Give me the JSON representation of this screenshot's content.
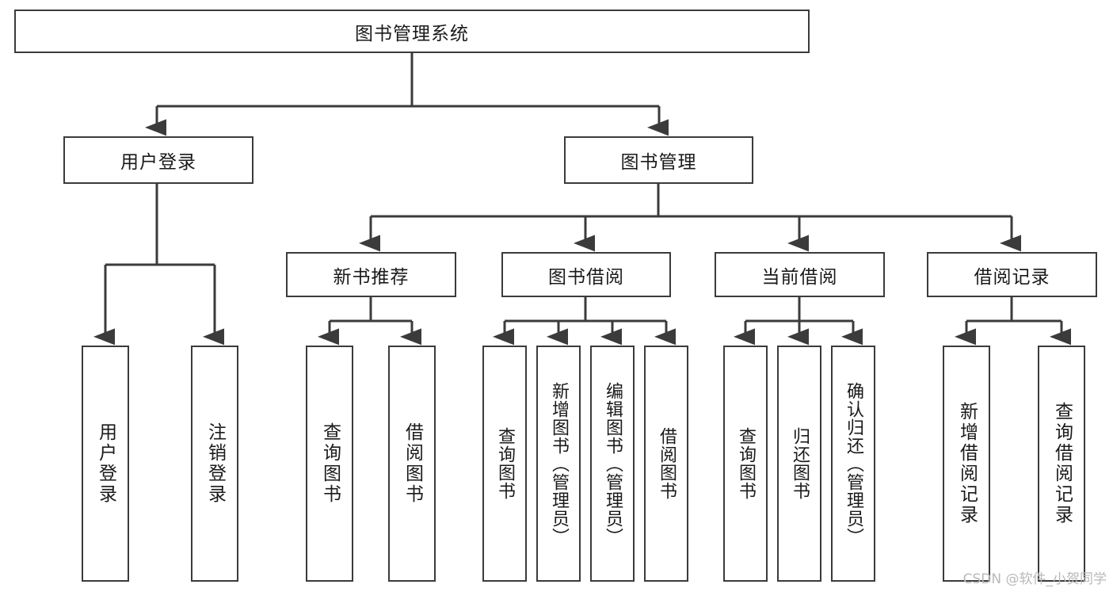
{
  "diagram": {
    "title": "图书管理系统",
    "watermark": "CSDN @软件_小贺同学",
    "line_color": "#3b3b3b",
    "box_fill": "#ffffff",
    "text_color": "#1a1a1a",
    "background": "#ffffff",
    "root": {
      "label": "图书管理系统"
    },
    "level2": [
      {
        "label": "用户登录"
      },
      {
        "label": "图书管理"
      }
    ],
    "level3": [
      {
        "label": "新书推荐"
      },
      {
        "label": "图书借阅"
      },
      {
        "label": "当前借阅"
      },
      {
        "label": "借阅记录"
      }
    ],
    "leaves": {
      "user_login": [
        {
          "label": "用户登录"
        },
        {
          "label": "注销登录"
        }
      ],
      "new_book_recommend": [
        {
          "label": "查询图书"
        },
        {
          "label": "借阅图书"
        }
      ],
      "book_borrow": [
        {
          "label": "查询图书"
        },
        {
          "label": "新增图书（管理员）"
        },
        {
          "label": "编辑图书（管理员）"
        },
        {
          "label": "借阅图书"
        }
      ],
      "current_borrow": [
        {
          "label": "查询图书"
        },
        {
          "label": "归还图书"
        },
        {
          "label": "确认归还（管理员）"
        }
      ],
      "borrow_record": [
        {
          "label": "新增借阅记录"
        },
        {
          "label": "查询借阅记录"
        }
      ]
    }
  }
}
